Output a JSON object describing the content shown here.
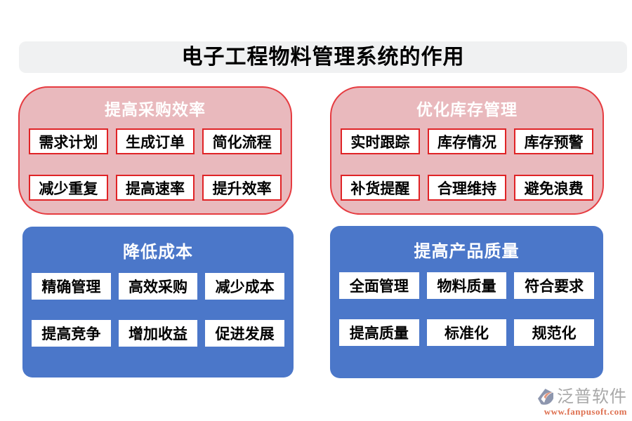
{
  "page": {
    "title": "电子工程物料管理系统的作用"
  },
  "groups": [
    {
      "id": "procurement-efficiency",
      "title": "提高采购效率",
      "theme": "pink",
      "items": [
        "需求计划",
        "生成订单",
        "简化流程",
        "减少重复",
        "提高速率",
        "提升效率"
      ]
    },
    {
      "id": "inventory-optimization",
      "title": "优化库存管理",
      "theme": "pink",
      "items": [
        "实时跟踪",
        "库存情况",
        "库存预警",
        "补货提醒",
        "合理维持",
        "避免浪费"
      ]
    },
    {
      "id": "cost-reduction",
      "title": "降低成本",
      "theme": "blue",
      "items": [
        "精确管理",
        "高效采购",
        "减少成本",
        "提高竞争",
        "增加收益",
        "促进发展"
      ]
    },
    {
      "id": "product-quality",
      "title": "提高产品质量",
      "theme": "blue",
      "items": [
        "全面管理",
        "物料质量",
        "符合要求",
        "提高质量",
        "标准化",
        "规范化"
      ]
    }
  ],
  "watermark": {
    "brand": "泛普软件",
    "url": "www.fanpusoft.com",
    "logo_icon": "fanpu-logo-icon"
  },
  "colors": {
    "title_bar_bg": "#f0f1f2",
    "pink_fill": "#e9b9bd",
    "pink_border": "#e63b40",
    "pink_item_border": "#e02326",
    "blue_fill": "#4b77c9",
    "watermark_gray": "#a8a8a8",
    "watermark_orange": "#de7050"
  }
}
